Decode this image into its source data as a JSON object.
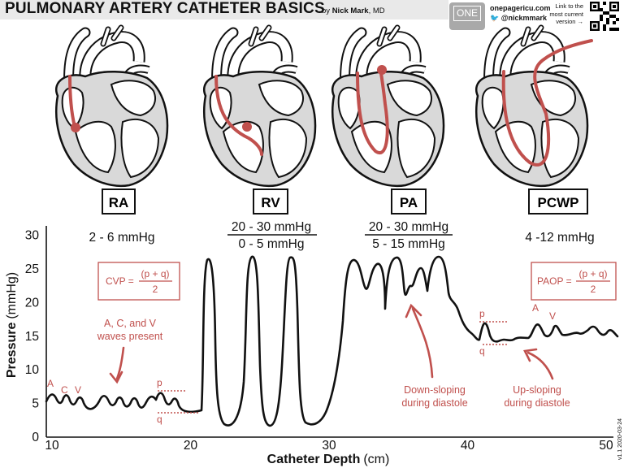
{
  "header": {
    "title": "PULMONARY ARTERY CATHETER BASICS",
    "by": "by ",
    "author": "Nick Mark",
    "credentials": ", MD",
    "logo_text": "ONE",
    "site": "onepagericu.com",
    "twitter": "@nickmmark",
    "latest_line1": "Link to the",
    "latest_line2": "most current",
    "latest_line3": "version →"
  },
  "panels": [
    {
      "label": "RA",
      "pressure": "2 - 6 mmHg"
    },
    {
      "label": "RV",
      "pressure_systolic": "20 - 30 mmHg",
      "pressure_diastolic": "0 - 5 mmHg"
    },
    {
      "label": "PA",
      "pressure_systolic": "20 - 30 mmHg",
      "pressure_diastolic": "5 - 15 mmHg"
    },
    {
      "label": "PCWP",
      "pressure": "4 -12 mmHg"
    }
  ],
  "chart": {
    "ylabel_main": "Pressure",
    "ylabel_unit": "(mmHg)",
    "xlabel_main": "Catheter Depth",
    "xlabel_unit": "(cm)",
    "yticks": [
      "0",
      "5",
      "10",
      "15",
      "20",
      "25",
      "30"
    ],
    "xticks": [
      "10",
      "20",
      "30",
      "40",
      "50"
    ]
  },
  "annotations": {
    "cvp_lhs": "CVP =",
    "paop_lhs": "PAOP =",
    "formula_num": "(p + q)",
    "formula_den": "2",
    "waves_line1": "A, C, and V",
    "waves_line2": "waves present",
    "a": "A",
    "c": "C",
    "v": "V",
    "p": "p",
    "q": "q",
    "down_line1": "Down-sloping",
    "down_line2": "during diastole",
    "up_line1": "Up-sloping",
    "up_line2": "during diastole"
  },
  "version": "v1.1 2020-03-24",
  "colors": {
    "accent": "#c0504d",
    "heart_fill": "#d9d9d9",
    "line": "#111111"
  }
}
